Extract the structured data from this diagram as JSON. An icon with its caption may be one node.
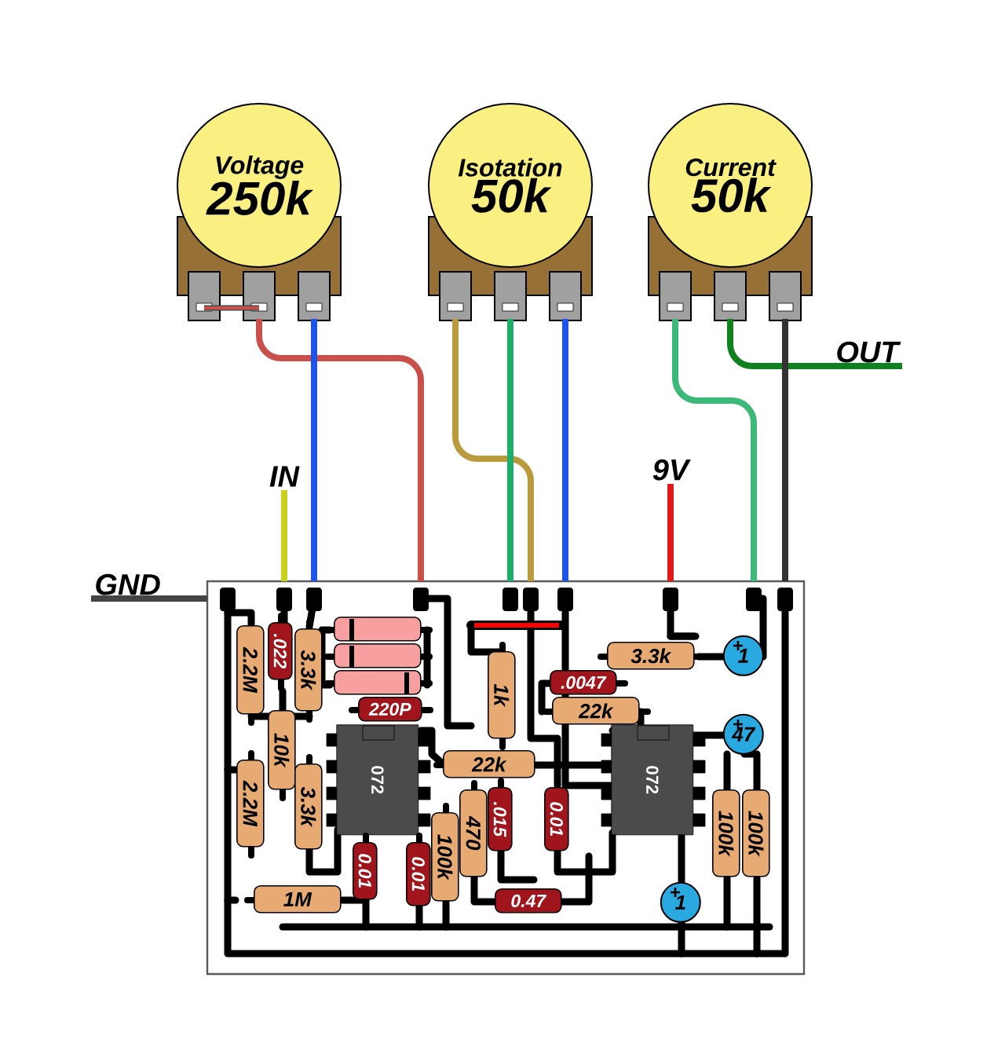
{
  "diagram": {
    "nodes": [
      {
        "text": [
          "Voltage",
          "250k"
        ]
      },
      {
        "text": [
          "Isotation",
          "50k"
        ]
      },
      {
        "text": [
          "Current",
          "50k"
        ]
      },
      {
        "text": [
          "OUT"
        ]
      },
      {
        "text": [
          "IN"
        ]
      },
      {
        "text": [
          "9V"
        ]
      },
      {
        "text": [
          "GND"
        ]
      },
      {
        "text": [],
        "shape": "box"
      },
      {
        "text": [
          "2.2M"
        ],
        "in": 7
      },
      {
        "text": [
          ".022"
        ],
        "in": 7
      },
      {
        "text": [
          "3.3k"
        ],
        "in": 7
      },
      {
        "text": [],
        "shape": "box",
        "in": 7
      },
      {
        "text": [],
        "shape": "box",
        "in": 7
      },
      {
        "text": [],
        "shape": "box",
        "in": 7
      },
      {
        "text": [
          "1k"
        ],
        "in": 7
      },
      {
        "text": [
          "3.3k"
        ],
        "in": 7
      },
      {
        "text": [
          "1"
        ],
        "in": 7
      },
      {
        "text": [
          ".0047"
        ],
        "in": 7
      },
      {
        "text": [
          "220P"
        ],
        "in": 7
      },
      {
        "text": [
          "22k"
        ],
        "in": 7
      },
      {
        "text": [
          "47"
        ],
        "in": 7
      },
      {
        "text": [
          "10k"
        ],
        "in": 7
      },
      {
        "text": [
          "072"
        ],
        "in": 7
      },
      {
        "text": [
          "22k"
        ],
        "in": 7
      },
      {
        "text": [
          "072"
        ],
        "in": 7
      },
      {
        "text": [
          "2.2M"
        ],
        "in": 7
      },
      {
        "text": [
          "3.3k"
        ],
        "in": 7
      },
      {
        "text": [
          "470"
        ],
        "in": 7
      },
      {
        "text": [
          ".015"
        ],
        "in": 7
      },
      {
        "text": [
          "0.01"
        ],
        "in": 7
      },
      {
        "text": [
          "100k"
        ],
        "in": 7
      },
      {
        "text": [
          "100k"
        ],
        "in": 7
      },
      {
        "text": [
          "100k"
        ],
        "in": 7
      },
      {
        "text": [
          "0.01"
        ],
        "in": 7
      },
      {
        "text": [
          "0.01"
        ],
        "in": 7
      },
      {
        "text": [
          "1M"
        ],
        "in": 7
      },
      {
        "text": [
          "0.47"
        ],
        "in": 7
      },
      {
        "text": [
          "1"
        ],
        "in": 7
      }
    ],
    "edges": [
      {
        "from": 0,
        "to": 7,
        "arrow": "none",
        "color": "#c9504a"
      },
      {
        "from": 0,
        "to": 7,
        "arrow": "none",
        "color": "#1f55e6"
      },
      {
        "from": 1,
        "to": 7,
        "arrow": "none",
        "color": "#b99a3c"
      },
      {
        "from": 1,
        "to": 7,
        "arrow": "none",
        "color": "#1fae6a"
      },
      {
        "from": 1,
        "to": 7,
        "arrow": "none",
        "color": "#1f55e6"
      },
      {
        "from": 2,
        "to": 7,
        "arrow": "none",
        "color": "#3cb878"
      },
      {
        "from": 2,
        "to": 3,
        "arrow": "none",
        "color": "#10801e"
      },
      {
        "from": 2,
        "to": 7,
        "arrow": "none",
        "color": "#333333"
      },
      {
        "from": 4,
        "to": 7,
        "arrow": "none",
        "color": "#c8d21e"
      },
      {
        "from": 5,
        "to": 7,
        "arrow": "none",
        "color": "#e01818"
      },
      {
        "from": 6,
        "to": 7,
        "arrow": "none",
        "color": "#444444"
      }
    ]
  }
}
